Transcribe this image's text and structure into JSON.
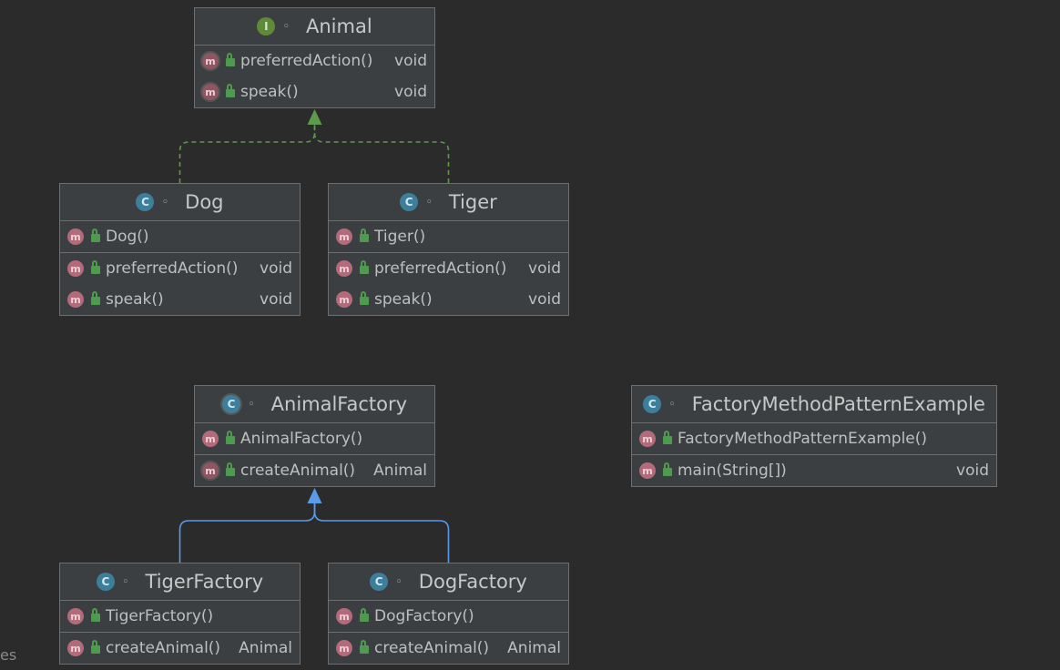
{
  "nodes": {
    "animal": {
      "name": "Animal",
      "kind": "interface",
      "icon": "interface-icon",
      "icon_letter": "I",
      "sections": [
        [
          {
            "name": "preferredAction()",
            "ret": "void"
          },
          {
            "name": "speak()",
            "ret": "void"
          }
        ]
      ]
    },
    "dog": {
      "name": "Dog",
      "kind": "class",
      "icon": "class-icon",
      "icon_letter": "C",
      "sections": [
        [
          {
            "name": "Dog()",
            "ret": ""
          }
        ],
        [
          {
            "name": "preferredAction()",
            "ret": "void"
          },
          {
            "name": "speak()",
            "ret": "void"
          }
        ]
      ]
    },
    "tiger": {
      "name": "Tiger",
      "kind": "class",
      "icon": "class-icon",
      "icon_letter": "C",
      "sections": [
        [
          {
            "name": "Tiger()",
            "ret": ""
          }
        ],
        [
          {
            "name": "preferredAction()",
            "ret": "void"
          },
          {
            "name": "speak()",
            "ret": "void"
          }
        ]
      ]
    },
    "animal_factory": {
      "name": "AnimalFactory",
      "kind": "abstract-class",
      "icon": "abstract-class-icon",
      "icon_letter": "C",
      "sections": [
        [
          {
            "name": "AnimalFactory()",
            "ret": ""
          }
        ],
        [
          {
            "name": "createAnimal()",
            "ret": "Animal"
          }
        ]
      ]
    },
    "example": {
      "name": "FactoryMethodPatternExample",
      "kind": "class",
      "icon": "runnable-class-icon",
      "icon_letter": "C",
      "sections": [
        [
          {
            "name": "FactoryMethodPatternExample()",
            "ret": ""
          }
        ],
        [
          {
            "name": "main(String[])",
            "ret": "void"
          }
        ]
      ]
    },
    "tiger_factory": {
      "name": "TigerFactory",
      "kind": "class",
      "icon": "class-icon",
      "icon_letter": "C",
      "sections": [
        [
          {
            "name": "TigerFactory()",
            "ret": ""
          }
        ],
        [
          {
            "name": "createAnimal()",
            "ret": "Animal"
          }
        ]
      ]
    },
    "dog_factory": {
      "name": "DogFactory",
      "kind": "class",
      "icon": "class-icon",
      "icon_letter": "C",
      "sections": [
        [
          {
            "name": "DogFactory()",
            "ret": ""
          }
        ],
        [
          {
            "name": "createAnimal()",
            "ret": "Animal"
          }
        ]
      ]
    }
  },
  "edges": [
    {
      "from": "dog",
      "to": "animal",
      "type": "implements"
    },
    {
      "from": "tiger",
      "to": "animal",
      "type": "implements"
    },
    {
      "from": "tiger_factory",
      "to": "animal_factory",
      "type": "extends"
    },
    {
      "from": "dog_factory",
      "to": "animal_factory",
      "type": "extends"
    }
  ],
  "colors": {
    "implements": "#5e9a4b",
    "extends": "#5b9ae8"
  },
  "corner_text": "es",
  "member_icon_letter": "m"
}
